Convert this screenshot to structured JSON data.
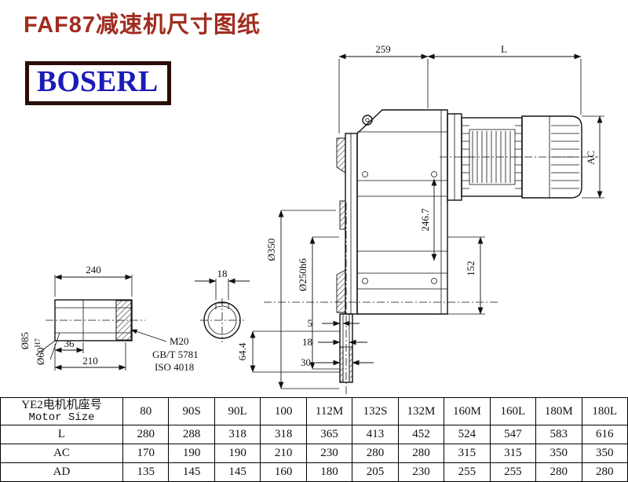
{
  "title": "FAF87减速机尺寸图纸",
  "logo": "BOSERL",
  "drawing": {
    "top": {
      "d259": "259",
      "L": "L"
    },
    "right": {
      "AC": "AC"
    },
    "mid": {
      "d246_7": "246.7",
      "d152": "152",
      "d350": "Ø350",
      "d250h6": "Ø250h6"
    },
    "bottom": {
      "d5": "5",
      "d18": "18",
      "d30": "30",
      "d64_4": "64.4"
    },
    "shaft": {
      "d240": "240",
      "d18_key": "18",
      "d85": "Ø85",
      "d60": "Ø60",
      "h7": "H7",
      "d36": "36",
      "d210": "210",
      "m20": "M20",
      "gbt": "GB/T 5781",
      "iso": "ISO 4018"
    }
  },
  "table": {
    "header": {
      "line1": "YE2电机机座号",
      "line2": "Motor Size"
    },
    "sizes": [
      "80",
      "90S",
      "90L",
      "100",
      "112M",
      "132S",
      "132M",
      "160M",
      "160L",
      "180M",
      "180L"
    ],
    "rows": [
      {
        "label": "L",
        "values": [
          "280",
          "288",
          "318",
          "318",
          "365",
          "413",
          "452",
          "524",
          "547",
          "583",
          "616"
        ]
      },
      {
        "label": "AC",
        "values": [
          "170",
          "190",
          "190",
          "210",
          "230",
          "280",
          "280",
          "315",
          "315",
          "350",
          "350"
        ]
      },
      {
        "label": "AD",
        "values": [
          "135",
          "145",
          "145",
          "160",
          "180",
          "205",
          "230",
          "255",
          "255",
          "280",
          "280"
        ]
      }
    ]
  }
}
